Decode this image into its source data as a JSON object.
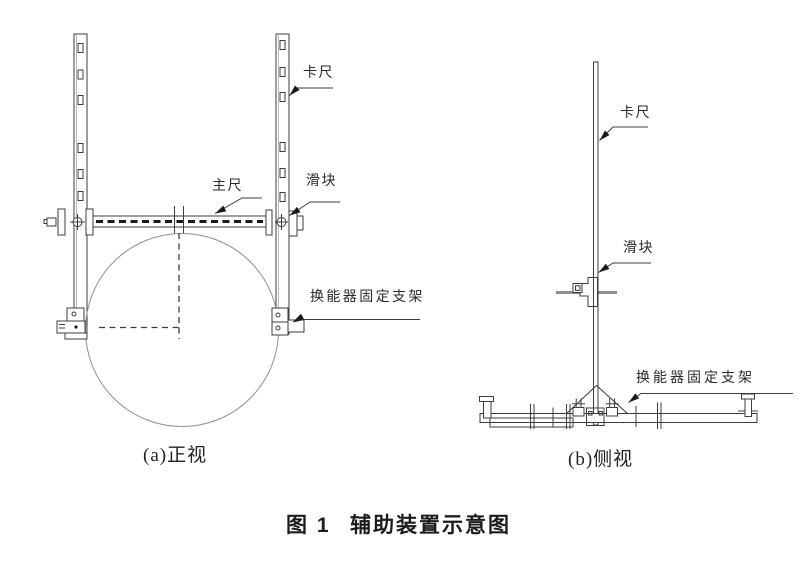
{
  "figure": {
    "title_prefix": "图 1",
    "title": "辅助装置示意图",
    "views": {
      "front": {
        "caption": "(a)正视",
        "labels": {
          "caliper": "卡尺",
          "main_ruler": "主尺",
          "slider": "滑块",
          "transducer_bracket": "换能器固定支架"
        }
      },
      "side": {
        "caption": "(b)侧视",
        "labels": {
          "caliper": "卡尺",
          "slider": "滑块",
          "transducer_bracket": "换能器固定支架"
        }
      }
    },
    "colors": {
      "line": "#3d3d3d",
      "light_line": "#8f8f8f",
      "text": "#2b2b2b",
      "background": "#ffffff"
    }
  }
}
